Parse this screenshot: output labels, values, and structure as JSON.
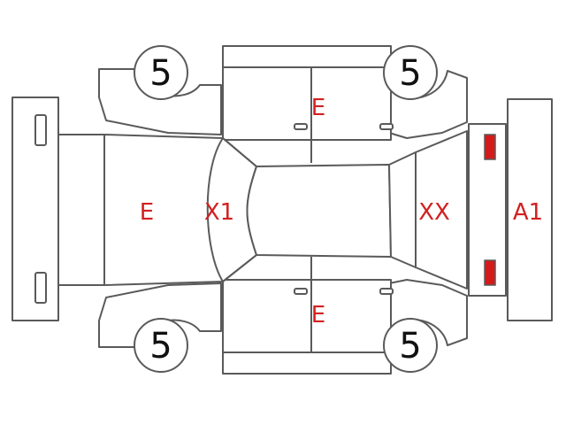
{
  "colors": {
    "outline": "#5a5a5a",
    "code_text": "#d22020",
    "front_lamp": "#f0f000",
    "rear_lamp": "#d41a1a"
  },
  "tire_depth": {
    "front_left": "5",
    "front_right": "5",
    "rear_left": "5",
    "rear_right": "5"
  },
  "codes": {
    "hood": "E",
    "windshield": "X1",
    "rear_window": "XX",
    "rear_bumper": "A1",
    "upper_doors": "E",
    "lower_doors": "E"
  }
}
